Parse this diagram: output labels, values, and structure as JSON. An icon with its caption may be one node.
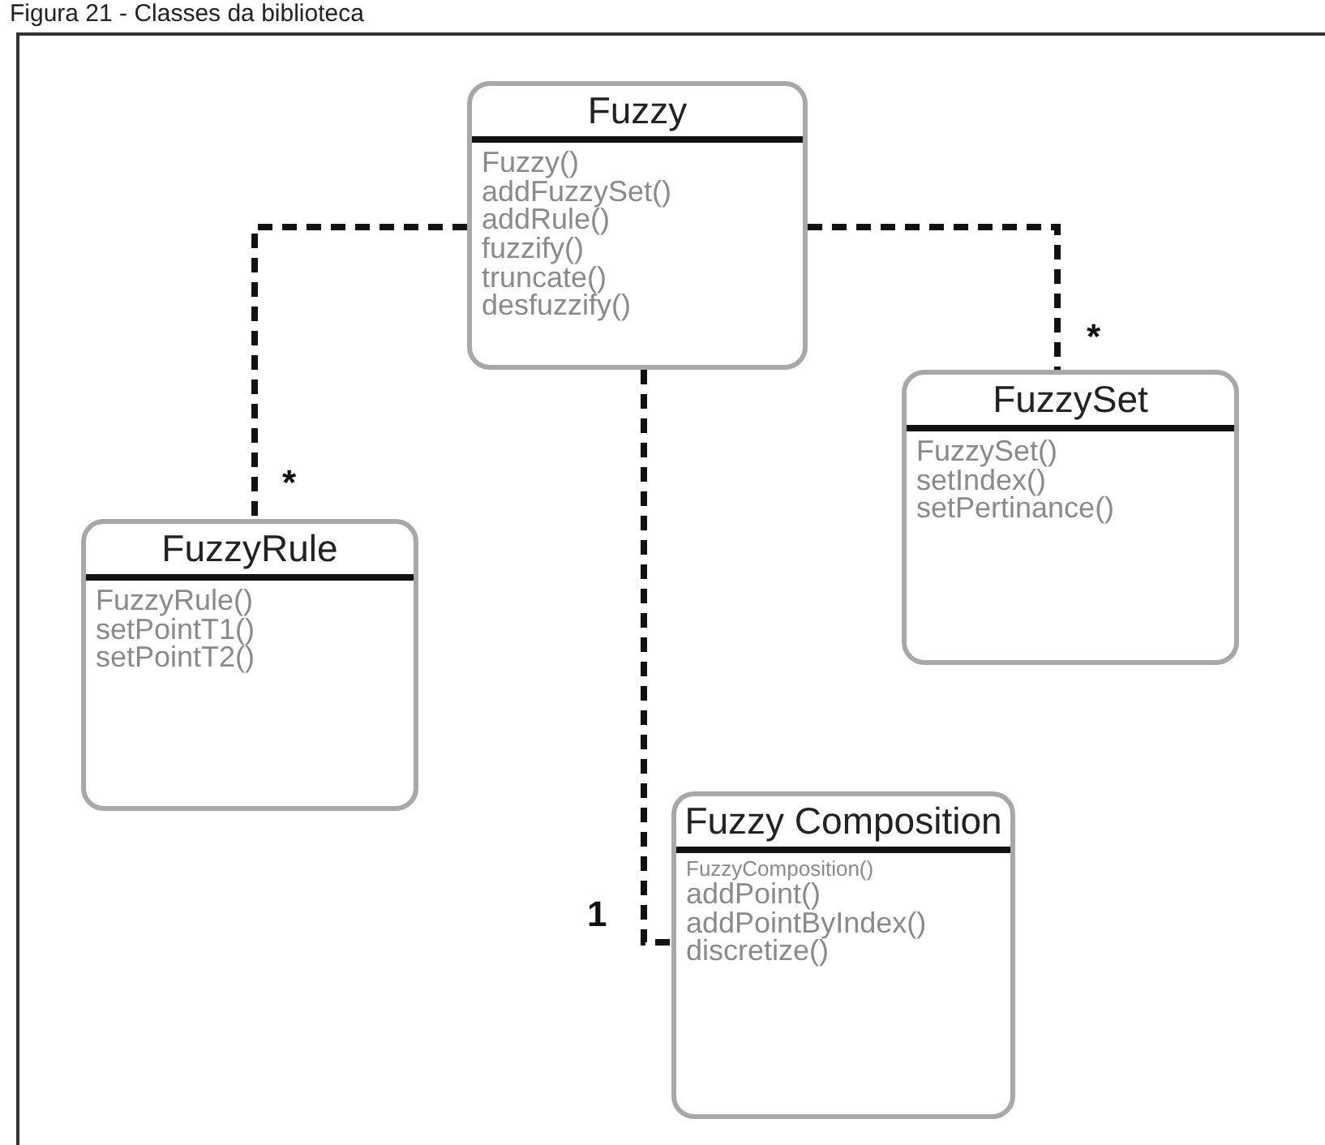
{
  "diagram": {
    "title": "Figura 21 - Classes da biblioteca",
    "nodes": [
      {
        "text": [
          "Fuzzy",
          "Fuzzy()",
          "addFuzzySet()",
          "addRule()",
          "fuzzify()",
          "truncate()",
          "desfuzzify()"
        ]
      },
      {
        "text": [
          "FuzzyRule",
          "FuzzyRule()",
          "setPointT1()",
          "setPointT2()"
        ]
      },
      {
        "text": [
          "FuzzySet",
          "FuzzySet()",
          "setIndex()",
          "setPertinance()"
        ]
      },
      {
        "text": [
          "Fuzzy Composition",
          "FuzzyComposition()",
          "addPoint()",
          "addPointByIndex()",
          "discretize()"
        ]
      }
    ],
    "edges": [
      {
        "from": 0,
        "to": 1,
        "arrow": "none",
        "label": "*",
        "style": "dashed"
      },
      {
        "from": 0,
        "to": 2,
        "arrow": "none",
        "label": "*",
        "style": "dashed"
      },
      {
        "from": 0,
        "to": 3,
        "arrow": "none",
        "label": "1",
        "style": "dashed"
      }
    ]
  }
}
